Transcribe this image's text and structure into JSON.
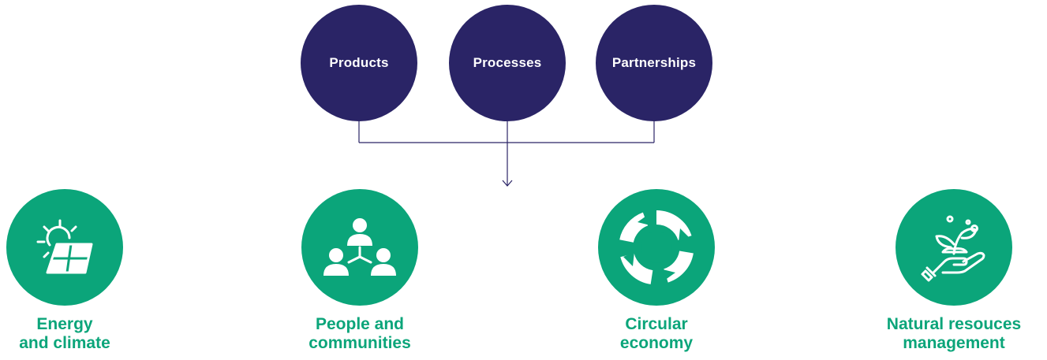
{
  "colors": {
    "driver_fill": "#2a2466",
    "driver_text": "#ffffff",
    "pillar_fill": "#0ba57a",
    "pillar_text": "#0ba57a",
    "connector": "#2a2466"
  },
  "drivers": [
    {
      "label": "Products"
    },
    {
      "label": "Processes"
    },
    {
      "label": "Partnerships"
    }
  ],
  "pillars": [
    {
      "icon": "solar-panel-sun-icon",
      "line1": "Energy",
      "line2": "and climate"
    },
    {
      "icon": "people-network-icon",
      "line1": "People and",
      "line2": "communities"
    },
    {
      "icon": "circular-arrows-icon",
      "line1": "Circular",
      "line2": "economy"
    },
    {
      "icon": "hand-holding-plant-icon",
      "line1": "Natural resouces",
      "line2": "management"
    }
  ]
}
